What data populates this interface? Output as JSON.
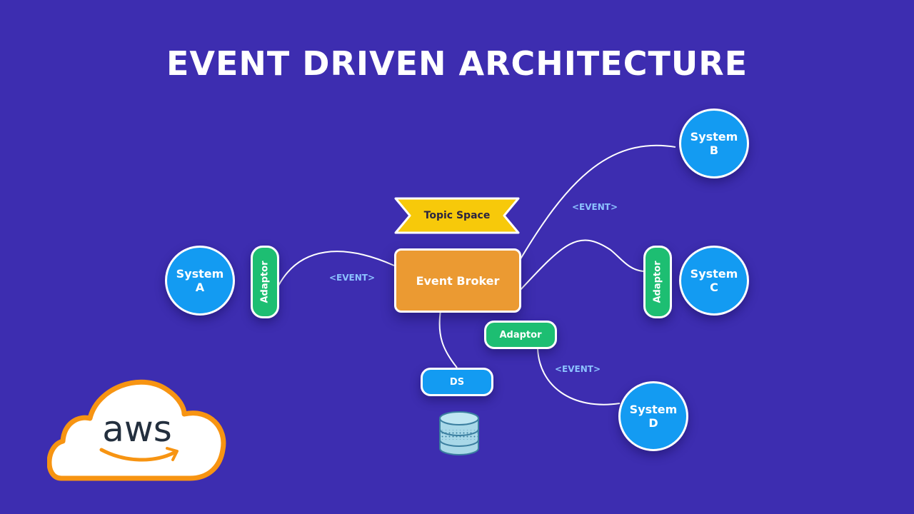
{
  "title": "EVENT DRIVEN ARCHITECTURE",
  "systems": {
    "a": {
      "name": "System",
      "letter": "A"
    },
    "b": {
      "name": "System",
      "letter": "B"
    },
    "c": {
      "name": "System",
      "letter": "C"
    },
    "d": {
      "name": "System",
      "letter": "D"
    }
  },
  "adaptors": {
    "a": "Adaptor",
    "c": "Adaptor",
    "d": "Adaptor"
  },
  "broker": "Event Broker",
  "topic_space": "Topic Space",
  "datastore": "DS",
  "events": {
    "a": "<EVENT>",
    "b": "<EVENT>",
    "d": "<EVENT>"
  },
  "logo": "aws",
  "colors": {
    "background": "#3d2db0",
    "system": "#139bf2",
    "adaptor": "#1dbe72",
    "broker": "#eb9a32",
    "topic": "#f7c90a",
    "event_text": "#8cc2ff",
    "aws_orange": "#f79412"
  }
}
